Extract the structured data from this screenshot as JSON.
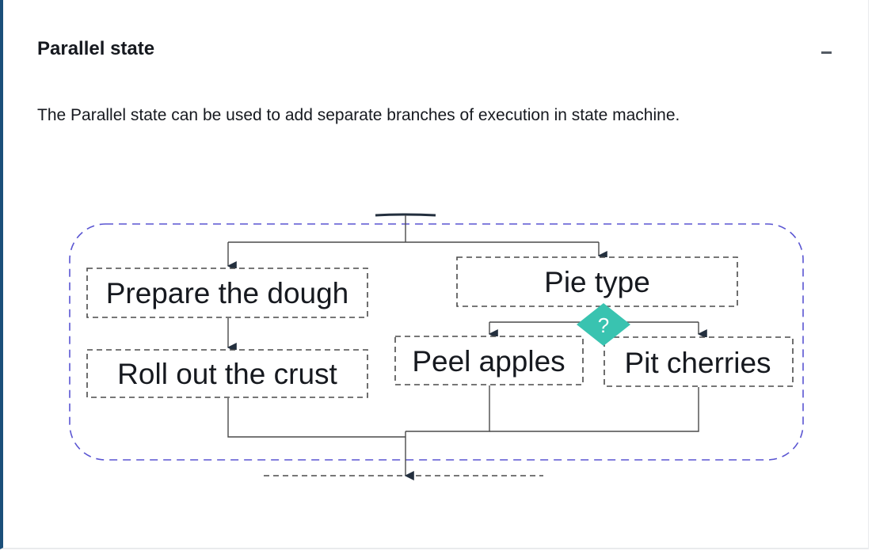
{
  "panel": {
    "title": "Parallel state",
    "description": "The Parallel state can be used to add separate branches of execution in state machine."
  },
  "icons": {
    "collapse": "minus-icon",
    "choice": "question-mark-diamond-icon"
  },
  "colors": {
    "accent_bar": "#1b4f7a",
    "parallel_border": "#5a55d2",
    "choice_diamond": "#39c3b0",
    "connector": "#4a4a4a",
    "arrowhead": "#232f3e"
  },
  "diagram": {
    "states": {
      "prepare_dough": "Prepare the dough",
      "roll_crust": "Roll out the crust",
      "pie_type": "Pie type",
      "peel_apples": "Peel apples",
      "pit_cherries": "Pit cherries"
    },
    "choice_symbol": "?"
  }
}
